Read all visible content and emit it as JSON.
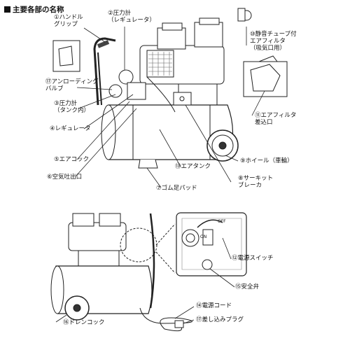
{
  "header": {
    "title": "主要各部の名称"
  },
  "labels": {
    "handle": "①ハンドル\nグリップ",
    "gauge_reg": "②圧力計\n（レギュレータ）",
    "gauge_tank": "③圧力計\n（タンク内）",
    "regulator": "④レギュレータ",
    "air_cock": "⑤エアコック",
    "outlet": "⑥空気吐出口",
    "rubber_pad": "⑦ゴム足パッド",
    "breaker": "⑧サーキット\nブレーカ",
    "wheel": "⑨ホイール（車輪）",
    "filter_silencer": "⑩静音チューブ付\nエアフィルタ\n（吸気口用）",
    "filter_port": "⑪エアフィルタ\n差込口",
    "power_switch": "⑫電源スイッチ",
    "air_tank": "⑬エアタンク",
    "power_cord": "⑭電源コード",
    "safety_valve": "⑮安全弁",
    "drain_cock": "⑯ドレンコック",
    "plug": "⑰差し込みプラグ",
    "unloading_valve": "⑰アンローディング\nバルブ"
  },
  "switch_marks": {
    "off": "OFF",
    "on": "ON"
  }
}
